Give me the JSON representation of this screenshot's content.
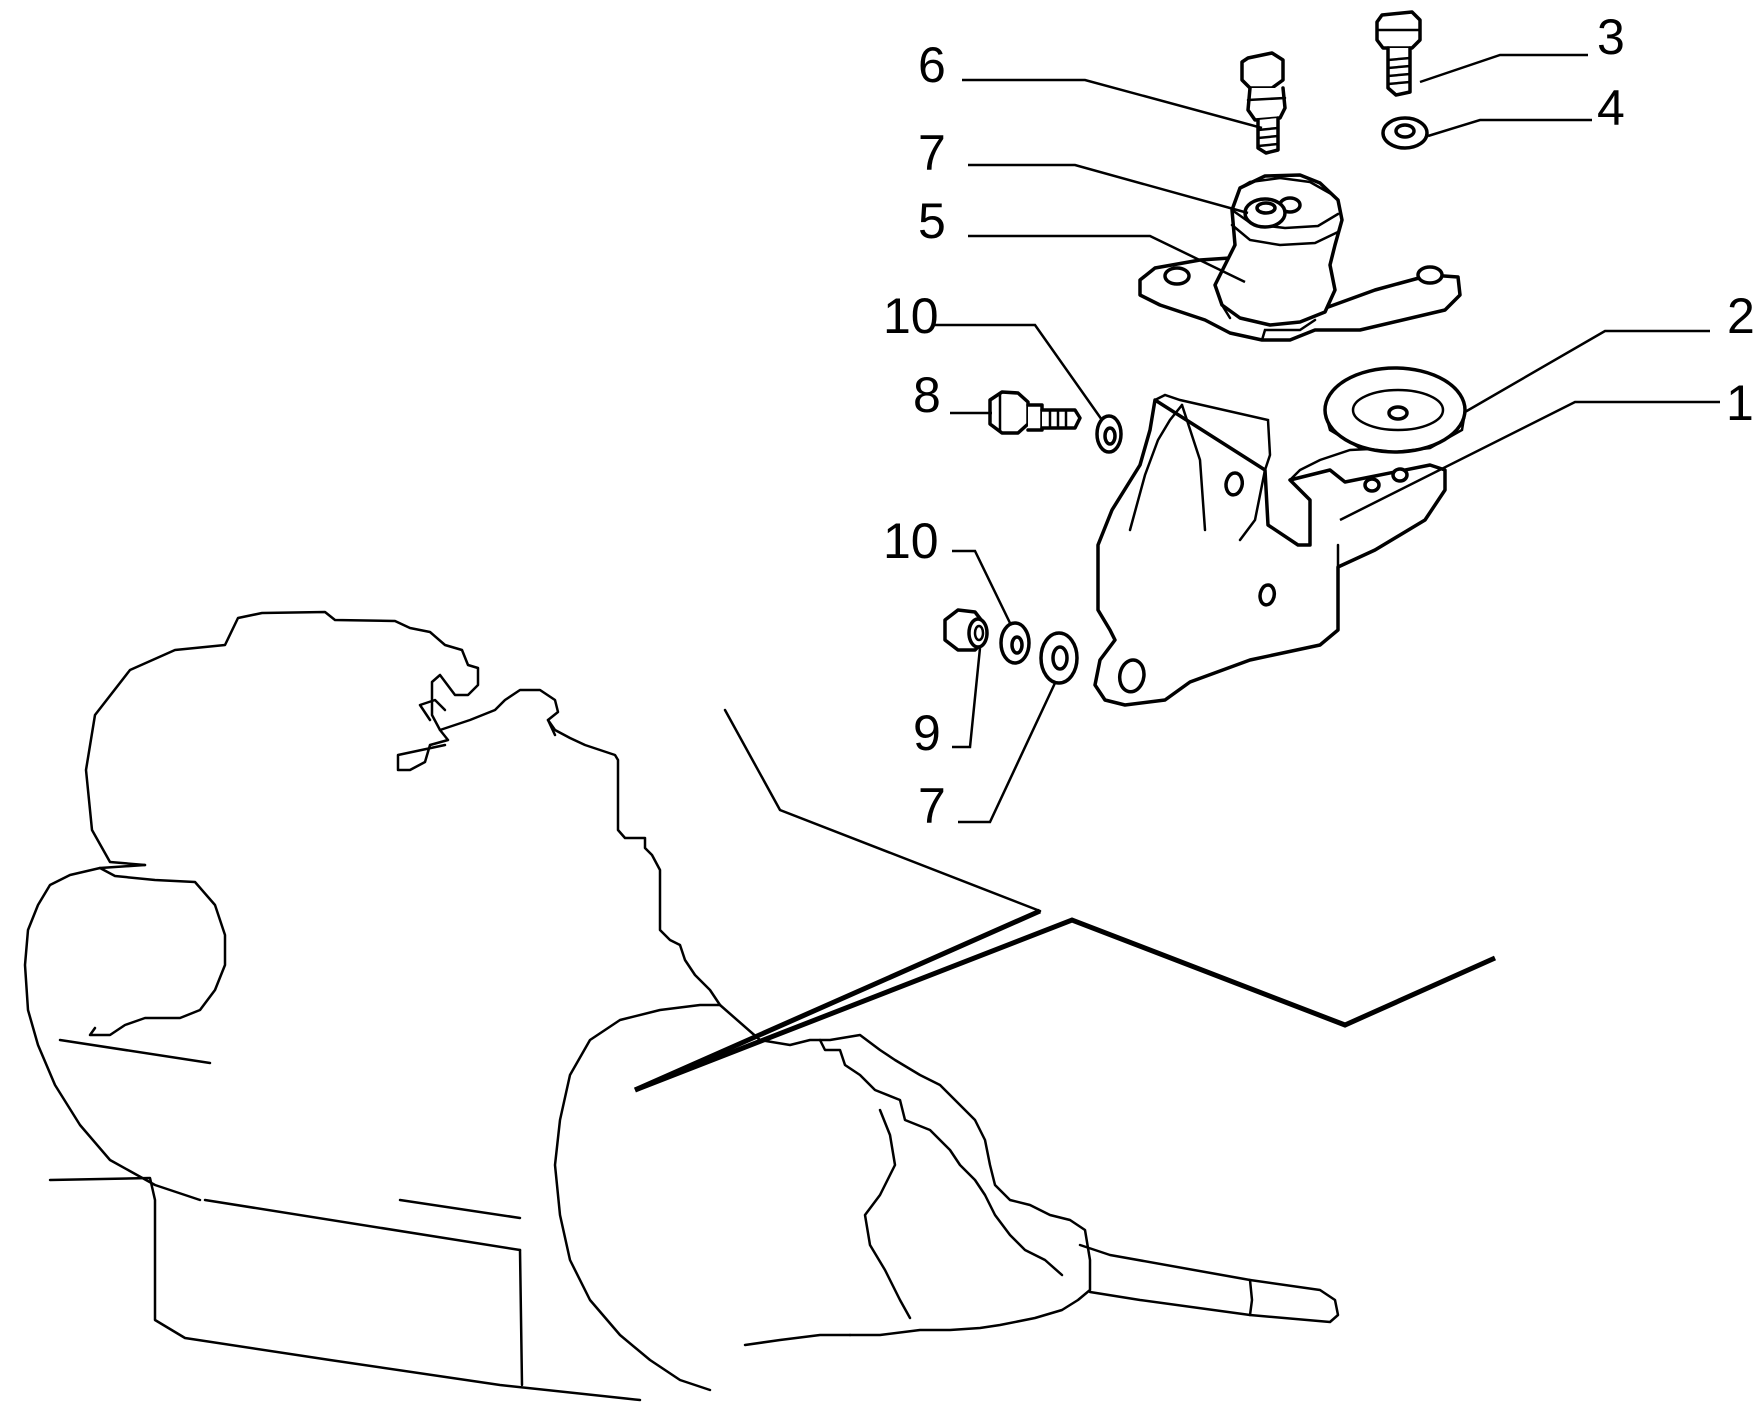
{
  "callouts": {
    "c1": "1",
    "c2": "2",
    "c3": "3",
    "c4": "4",
    "c5": "5",
    "c6": "6",
    "c7a": "7",
    "c7b": "7",
    "c8": "8",
    "c9": "9",
    "c10a": "10",
    "c10b": "10"
  }
}
